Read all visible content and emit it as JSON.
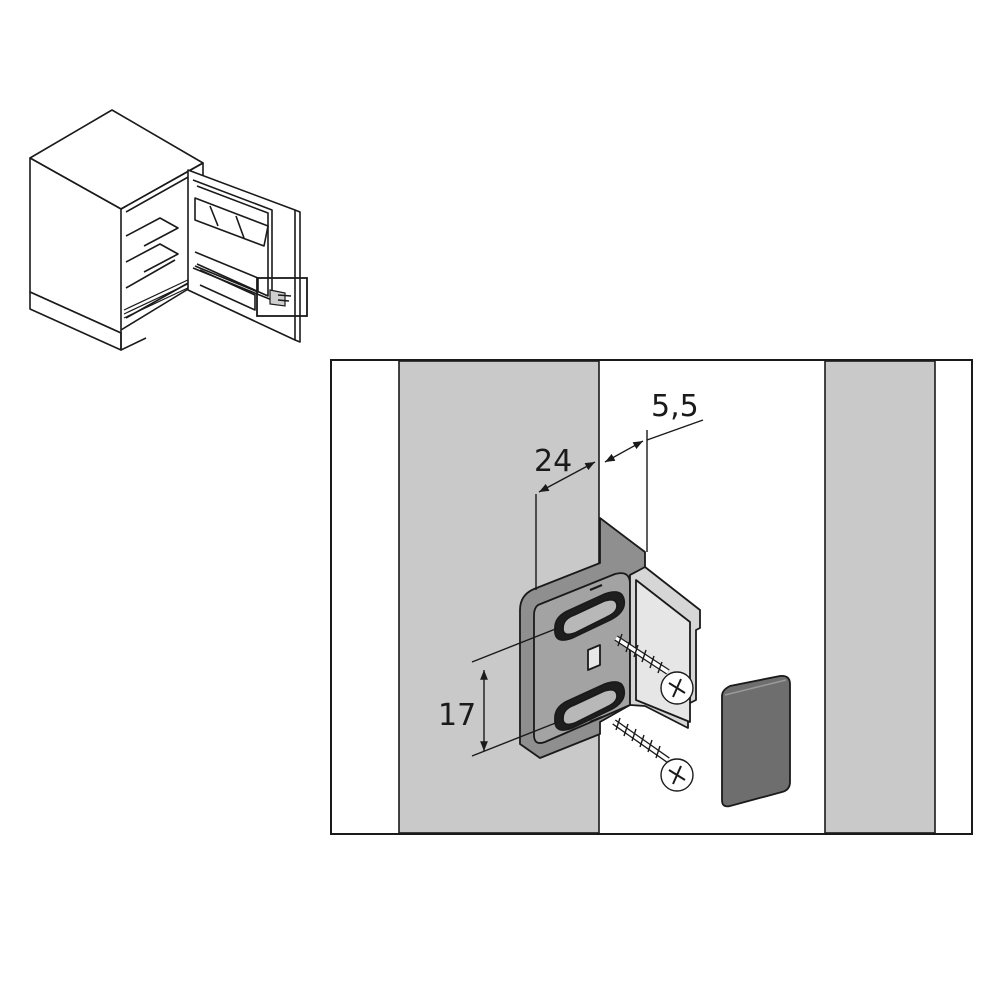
{
  "figure": {
    "dimensions": {
      "width_dim": "24",
      "offset_dim": "5,5",
      "height_dim": "17"
    },
    "colors": {
      "panel_gray": "#c9c9c9",
      "bracket_gray": "#8f8f8f",
      "bracket_dark": "#6a6a6a",
      "cover_plate": "#6e6e6e",
      "line": "#1a1a1a"
    },
    "parts": [
      "cabinet-overview",
      "detail-callout-box",
      "mounting-bracket",
      "screw",
      "screw",
      "cover-plate"
    ]
  }
}
